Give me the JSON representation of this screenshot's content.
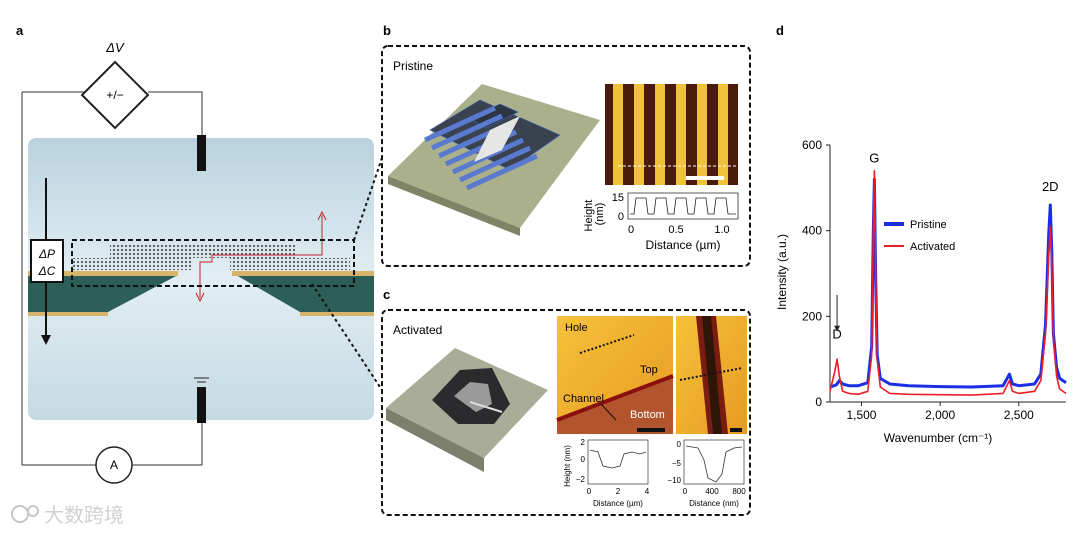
{
  "panels": {
    "a": {
      "label": "a",
      "voltage_label": "ΔV",
      "source_symbol": "+/−",
      "pressure_label": "ΔP",
      "concentration_label": "ΔC",
      "ammeter_label": "A"
    },
    "b": {
      "label": "b",
      "title": "Pristine",
      "profile": {
        "ylabel": "Height\n(nm)",
        "yticks": [
          "15",
          "0"
        ],
        "xticks": [
          "0",
          "0.5",
          "1.0"
        ],
        "xlabel": "Distance (µm)"
      }
    },
    "c": {
      "label": "c",
      "title": "Activated",
      "afm_labels": {
        "hole": "Hole",
        "top": "Top",
        "channel": "Channel",
        "bottom": "Bottom"
      },
      "profile_left": {
        "ylabel": "Height (nm)",
        "yticks": [
          "2",
          "0",
          "−2"
        ],
        "xticks": [
          "0",
          "2",
          "4"
        ],
        "xlabel": "Distance (µm)"
      },
      "profile_right": {
        "yticks": [
          "0",
          "−5",
          "−10"
        ],
        "xticks": [
          "0",
          "400",
          "800"
        ],
        "xlabel": "Distance (nm)"
      }
    },
    "d": {
      "label": "d",
      "peak_labels": {
        "G": "G",
        "2D": "2D",
        "D": "D"
      }
    }
  },
  "watermark": "大数跨境",
  "colors": {
    "pristine": "#1a2ee6",
    "activated": "#ee1c24",
    "water": "#cfe1ea",
    "membrane": "#2b5f57",
    "gold": "#d8b36a"
  },
  "chart_data": {
    "type": "line",
    "title": "",
    "xlabel": "Wavenumber (cm⁻¹)",
    "ylabel": "Intensity (a.u.)",
    "xlim": [
      1300,
      2800
    ],
    "ylim": [
      0,
      600
    ],
    "xticks": [
      "1,500",
      "2,000",
      "2,500"
    ],
    "yticks": [
      "0",
      "200",
      "400",
      "600"
    ],
    "legend_position": "center",
    "series": [
      {
        "name": "Pristine",
        "color": "#1a2ee6",
        "x": [
          1300,
          1340,
          1360,
          1380,
          1420,
          1480,
          1540,
          1565,
          1575,
          1582,
          1590,
          1600,
          1620,
          1680,
          1800,
          2000,
          2200,
          2400,
          2440,
          2460,
          2500,
          2600,
          2640,
          2670,
          2690,
          2700,
          2710,
          2720,
          2740,
          2760,
          2800
        ],
        "y": [
          35,
          40,
          50,
          42,
          38,
          38,
          45,
          130,
          400,
          520,
          300,
          110,
          55,
          42,
          38,
          36,
          35,
          38,
          65,
          42,
          38,
          42,
          65,
          180,
          390,
          460,
          350,
          160,
          80,
          55,
          45
        ]
      },
      {
        "name": "Activated",
        "color": "#ee1c24",
        "x": [
          1300,
          1330,
          1345,
          1360,
          1380,
          1420,
          1480,
          1540,
          1565,
          1575,
          1582,
          1590,
          1600,
          1620,
          1680,
          1800,
          2000,
          2200,
          2400,
          2440,
          2460,
          2500,
          2600,
          2640,
          2670,
          2690,
          2700,
          2710,
          2720,
          2740,
          2760,
          2800
        ],
        "y": [
          25,
          70,
          100,
          60,
          25,
          20,
          18,
          25,
          110,
          400,
          540,
          300,
          100,
          35,
          20,
          18,
          17,
          16,
          20,
          50,
          25,
          20,
          25,
          50,
          160,
          340,
          410,
          320,
          150,
          60,
          30,
          20
        ]
      }
    ],
    "annotations": [
      "G",
      "2D",
      "D"
    ]
  }
}
